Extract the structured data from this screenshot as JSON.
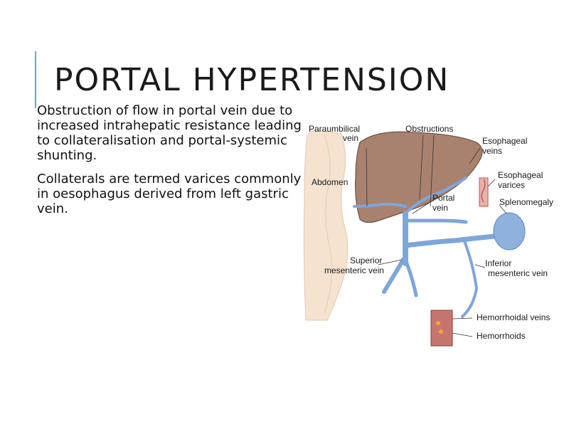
{
  "slide": {
    "title": "PORTAL HYPERTENSION",
    "paragraphs": [
      "Obstruction of flow in portal vein due to increased intrahepatic resistance leading to collateralisation and portal-systemic shunting.",
      "Collaterals are termed varices commonly in oesophagus derived from left gastric vein."
    ]
  },
  "diagram": {
    "labels": {
      "paraumbilical_1": "Paraumbilical",
      "paraumbilical_2": "vein",
      "obstructions": "Obstructions",
      "esophageal_veins_1": "Esophageal",
      "esophageal_veins_2": "veins",
      "abdomen": "Abdomen",
      "esophageal_varices_1": "Esophageal",
      "esophageal_varices_2": "varices",
      "portal_vein_1": "Portal",
      "portal_vein_2": "vein",
      "splenomegaly": "Splenomegaly",
      "superior_mesenteric_1": "Superior",
      "superior_mesenteric_2": "mesenteric vein",
      "inferior_mesenteric_1": "Inferior",
      "inferior_mesenteric_2": "mesenteric vein",
      "hemorrhoidal_veins": "Hemorrhoidal veins",
      "hemorrhoids": "Hemorrhoids"
    },
    "colors": {
      "liver": "#a9826f",
      "vein": "#7ea6d9",
      "abdomen_wall": "#f5e3cf",
      "vessel_red": "#b65a5a",
      "spleen": "#8fb1de"
    }
  }
}
